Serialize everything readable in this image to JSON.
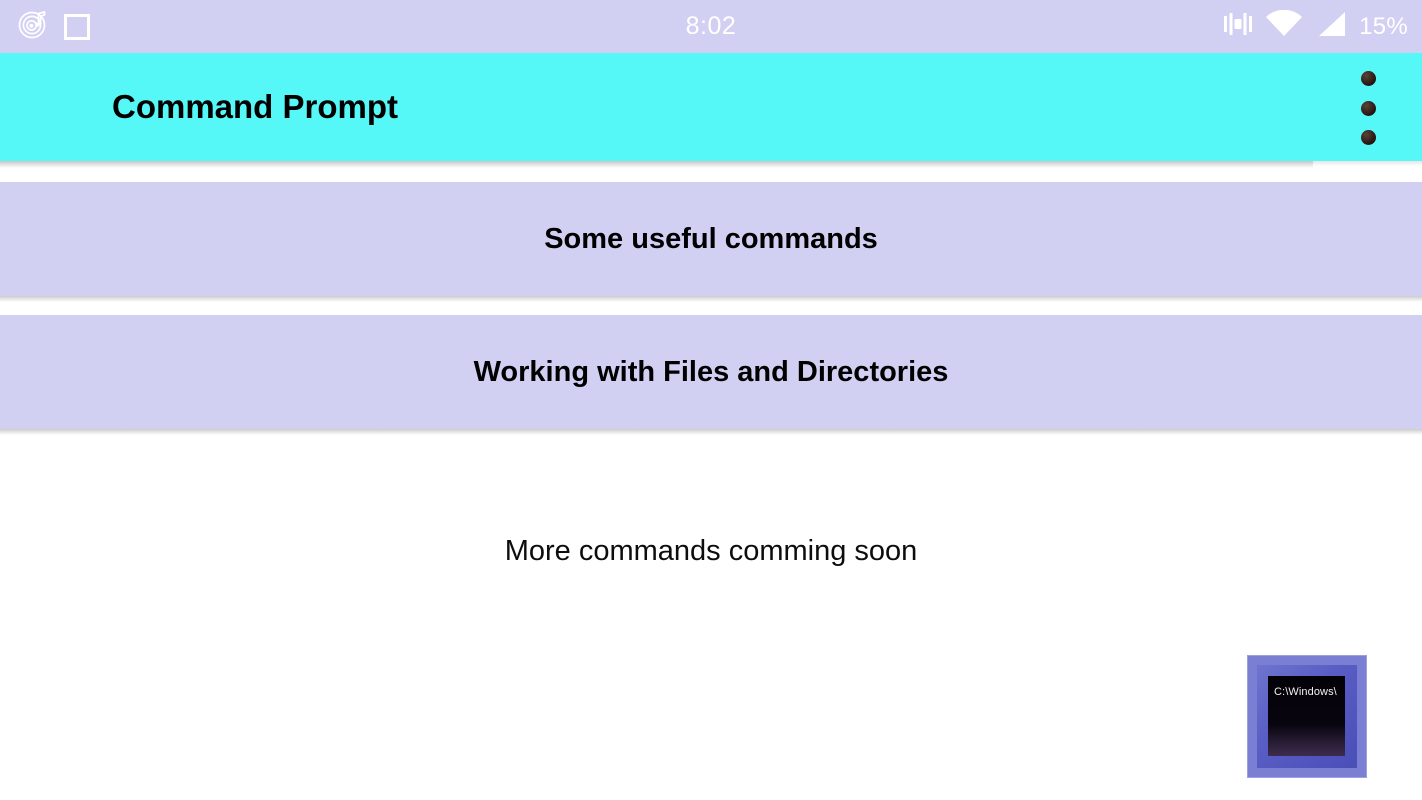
{
  "status_bar": {
    "clock": "8:02",
    "battery_percent": "15%",
    "left_icons": [
      {
        "name": "music-record-icon"
      },
      {
        "name": "square-stop-icon"
      }
    ],
    "right_icons": [
      {
        "name": "vibrate-icon"
      },
      {
        "name": "wifi-icon"
      },
      {
        "name": "cellular-signal-icon"
      }
    ],
    "background_color": "#d2d0f2",
    "foreground_color": "#ffffff"
  },
  "app_bar": {
    "title": "Command Prompt",
    "background_color": "#56f7f7",
    "title_color": "#000000",
    "overflow_menu": {
      "name": "overflow-menu-icon",
      "dot_count": 3
    }
  },
  "main": {
    "buttons": [
      {
        "label": "Some useful commands"
      },
      {
        "label": "Working with Files and Directories"
      }
    ],
    "button_color": "#d2d0f2",
    "note": "More commands comming soon",
    "cmd_icon": {
      "name": "command-prompt-icon",
      "screen_text": "C:\\Windows\\",
      "frame_color": "#7b7fd4",
      "screen_color": "#050309"
    }
  }
}
